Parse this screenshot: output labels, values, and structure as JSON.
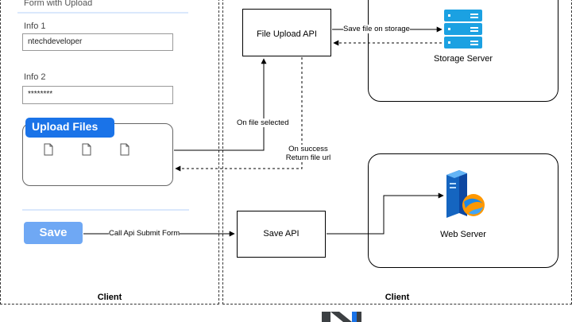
{
  "lanes": {
    "left_label": "Client",
    "right_label": "Client"
  },
  "form": {
    "title": "Form with Upload",
    "info1_label": "Info 1",
    "info1_value": "ntechdeveloper",
    "info2_label": "Info 2",
    "info2_value": "********",
    "upload_label": "Upload Files",
    "save_label": "Save"
  },
  "nodes": {
    "file_upload_api": "File Upload API",
    "save_api": "Save API",
    "storage_server": "Storage Server",
    "web_server": "Web Server"
  },
  "edges": {
    "save_file": "Save file on storage",
    "on_file_selected": "On file selected",
    "on_success_line1": "On success",
    "on_success_line2": "Return file url",
    "call_api": "Call Api Submit Form"
  },
  "colors": {
    "accent": "#1a73e8",
    "save_button": "#6fa8f4",
    "storage_icon": "#1ba1e2",
    "divider": "#dae8fc"
  }
}
